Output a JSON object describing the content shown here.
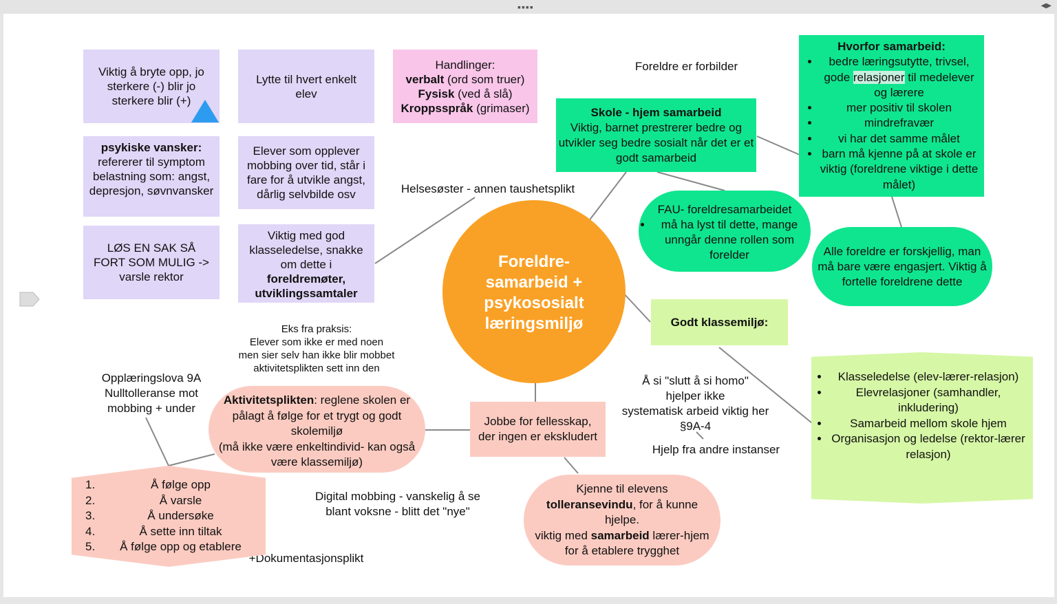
{
  "center": {
    "line1": "Foreldre-",
    "line2": "samarbeid +",
    "line3": "psykososialt",
    "line4": "læringsmiljø"
  },
  "purple_notes": {
    "bryte": "Viktig å bryte opp, jo sterkere (-) blir jo sterkere blir (+)",
    "lytte": "Lytte til hvert enkelt elev",
    "psykiske_bold": "psykiske vansker:",
    "psykiske_rest": "refererer til symptom belastning som: angst, depresjon, søvnvansker",
    "mobbing": "Elever som opplever mobbing over tid, står i fare for å utvikle angst, dårlig selvbilde osv",
    "los": "LØS EN SAK SÅ FORT SOM MULIG -> varsle rektor",
    "ledelse_a": "Viktig med god klasseledelse, snakke om dette i",
    "ledelse_b": "foreldremøter,",
    "ledelse_c": "utviklingssamtaler"
  },
  "handlinger": {
    "title": "Handlinger:",
    "verbalt_b": "verbalt",
    "verbalt_r": " (ord som truer)",
    "fysisk_b": "Fysisk",
    "fysisk_r": " (ved å slå)",
    "kropp_b": "Kroppsspråk",
    "kropp_r": " (grimaser)"
  },
  "texts": {
    "forbilder": "Foreldre er forbilder",
    "helse": "Helsesøster - annen taushetsplikt",
    "eks1": "Eks fra praksis:",
    "eks2": "Elever som ikke er med noen",
    "eks3": "men sier selv han ikke blir mobbet",
    "eks4": "aktivitetsplikten sett inn den",
    "opp1": "Opplæringslova 9A",
    "opp2": "Nulltolleranse mot",
    "opp3": "mobbing + under",
    "digital1": "Digital mobbing - vanskelig å se",
    "digital2": "blant voksne - blitt det \"nye\"",
    "dok": "+Dokumentasjonsplikt",
    "homo1": "Å si \"slutt å si homo\"",
    "homo2": "hjelper ikke",
    "homo3": "systematisk arbeid viktig her",
    "homo4": "§9A-4",
    "hjelp": "Hjelp fra andre instanser"
  },
  "skole": {
    "title": "Skole - hjem samarbeid",
    "body": "Viktig, barnet prestrerer bedre og utvikler seg bedre sosialt når det er et godt samarbeid"
  },
  "hvorfor": {
    "title": "Hvorfor samarbeid:",
    "item1_a": "bedre læringsutytte, trivsel, gode ",
    "item1_hl": "relasjoner",
    "item1_b": " til medelever og lærere",
    "item2": "mer positiv til skolen",
    "item3": "mindrefravær",
    "item4": "vi har det samme målet",
    "item5": "barn må kjenne på at skole er viktig (foreldrene viktige i dette målet)"
  },
  "fau": {
    "title": "FAU- foreldresamarbeidet",
    "item": "må ha lyst til dette, mange unngår denne rollen som forelder"
  },
  "alle": "Alle foreldre er forskjellig, man må bare være engasjert. Viktig å fortelle foreldrene dette",
  "godt": "Godt klassemiljø:",
  "klasse": {
    "item1": "Klasseledelse (elev-lærer-relasjon)",
    "item2": "Elevrelasjoner (samhandler, inkludering)",
    "item3": "Samarbeid mellom skole hjem",
    "item4": "Organisasjon og ledelse (rektor-lærer relasjon)"
  },
  "aktivitet": {
    "bold": "Aktivitetsplikten",
    "rest": ": reglene skolen er pålagt å følge for et trygt og godt skolemiljø",
    "paren": "(må ikke være enkeltindivid- kan også være klassemiljø)"
  },
  "jobbe": "Jobbe for fellesskap, der ingen er ekskludert",
  "steps": {
    "n1": "1.",
    "n2": "2.",
    "n3": "3.",
    "n4": "4.",
    "n5": "5.",
    "s1": "Å følge opp",
    "s2": "Å varsle",
    "s3": "Å undersøke",
    "s4": "Å sette inn tiltak",
    "s5": "Å følge opp og etablere"
  },
  "kjenne": {
    "a": "Kjenne til elevens",
    "b_bold": "tolleransevindu",
    "b_rest": ", for å kunne hjelpe.",
    "c": "viktig med ",
    "c_bold": "samarbeid",
    "c_rest": " lærer-hjem for å etablere trygghet"
  },
  "colors": {
    "center": "#f9a126",
    "purple": "#e0d6f7",
    "pink": "#f9c5e9",
    "green": "#0fe58e",
    "lime": "#d6f7a6",
    "salmon": "#fbcbc1",
    "triangle": "#2d9cf0"
  }
}
